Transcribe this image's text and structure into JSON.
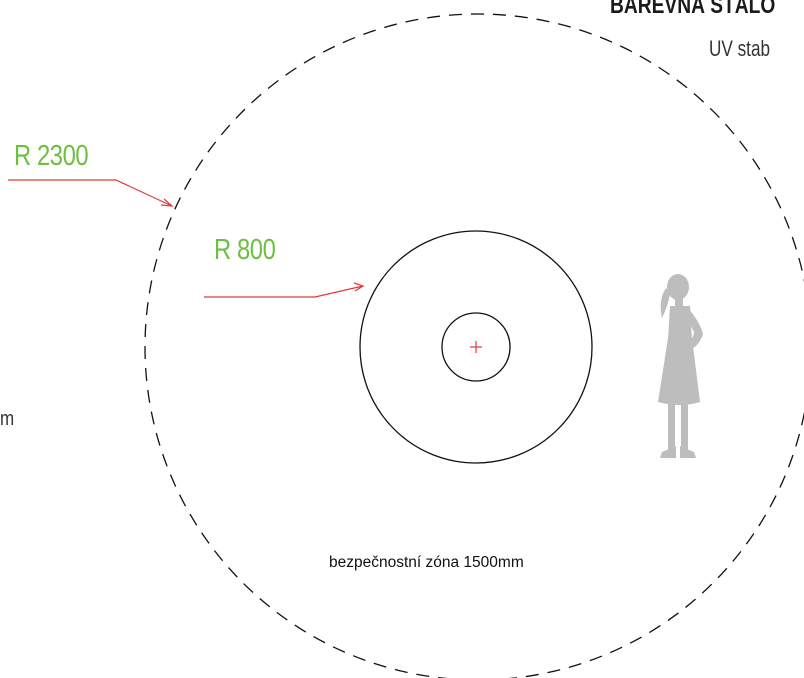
{
  "header": {
    "title": "BAREVNÁ STÁLO",
    "subtitle": "UV stab"
  },
  "side_fragment": "m",
  "dimensions": {
    "outer_radius": "R 2300",
    "inner_radius": "R 800"
  },
  "safety_zone": "bezpečnostní zóna 1500mm",
  "colors": {
    "dimension_text": "#6cbf3f",
    "leader_line": "#e03a3a",
    "center_mark": "#e03a3a",
    "outline": "#111111",
    "figure": "#bdbdbd"
  },
  "icons": {
    "center": "center-cross-icon",
    "scale_figure": "child-silhouette-icon"
  }
}
